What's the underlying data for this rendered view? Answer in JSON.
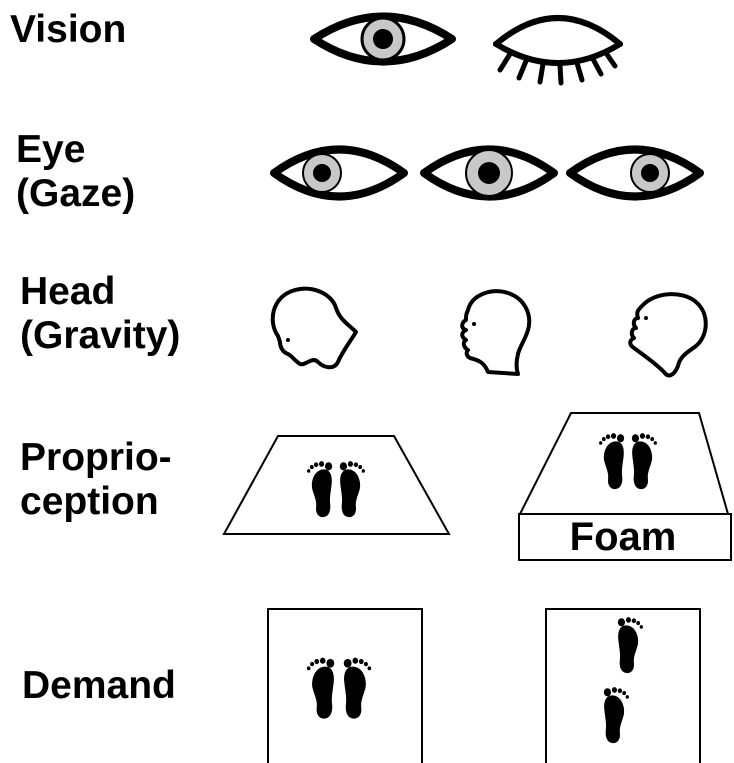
{
  "rows": {
    "vision": {
      "label": "Vision"
    },
    "eye": {
      "label_line1": "Eye",
      "label_line2": "(Gaze)"
    },
    "head": {
      "label_line1": "Head",
      "label_line2": "(Gravity)"
    },
    "proprioception": {
      "label_line1": "Proprio-",
      "label_line2": "ception",
      "foam_label": "Foam"
    },
    "demand": {
      "label": "Demand"
    }
  },
  "icons": [
    "eye-open-icon",
    "eye-closed-icon",
    "eye-gaze-left-icon",
    "eye-gaze-center-icon",
    "eye-gaze-right-icon",
    "head-tilt-back-icon",
    "head-upright-icon",
    "head-tilt-forward-icon",
    "firm-surface-icon",
    "foam-surface-icon",
    "feet-together-icon",
    "feet-tandem-icon"
  ],
  "colors": {
    "ink": "#000000",
    "iris": "#c8c8c8",
    "background": "#ffffff"
  }
}
